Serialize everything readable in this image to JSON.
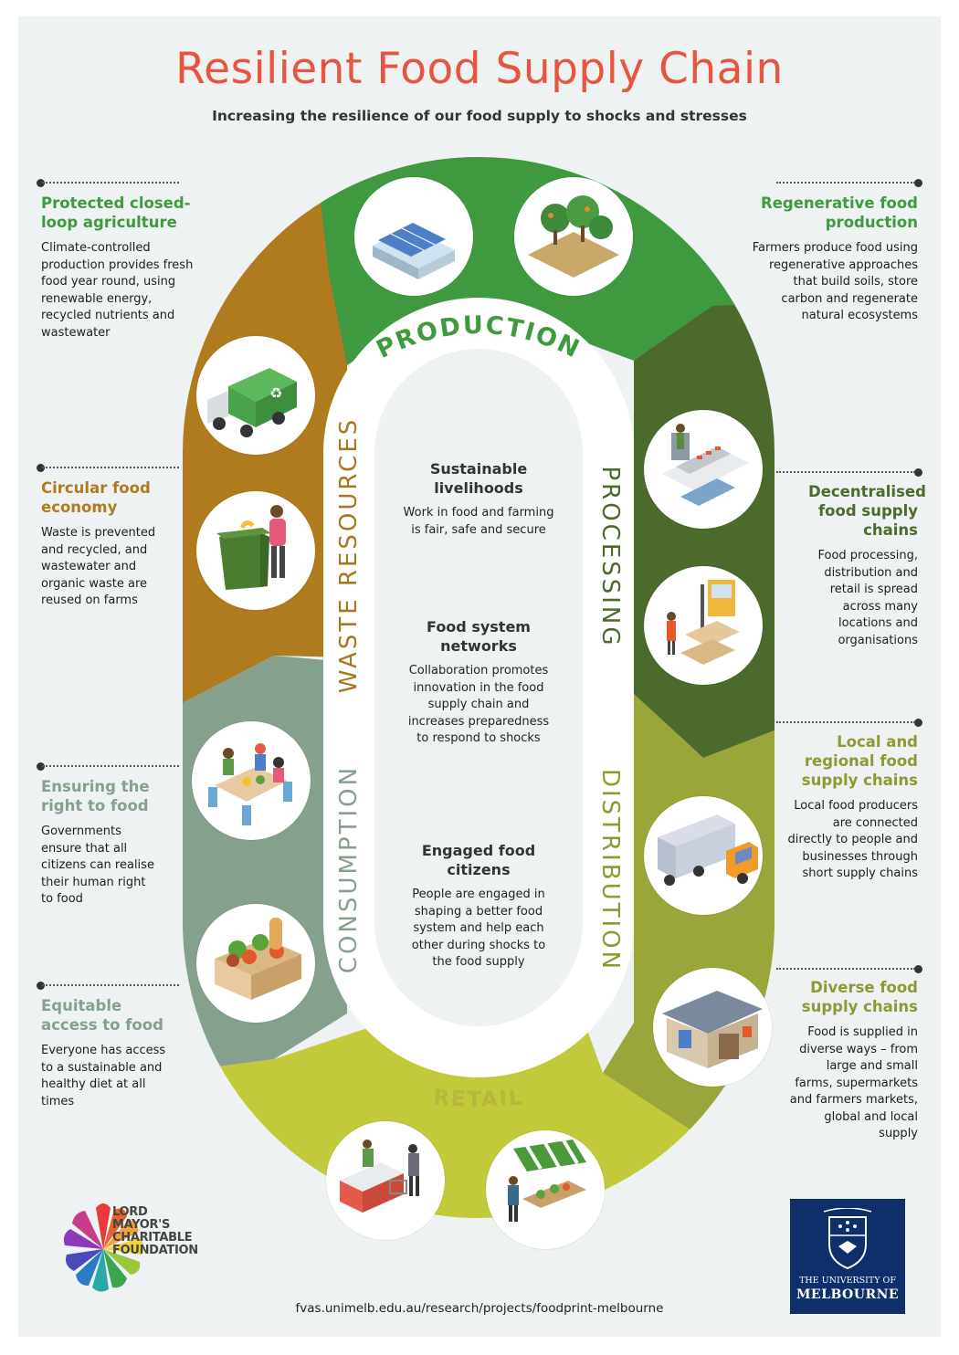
{
  "header": {
    "title": "Resilient Food Supply Chain",
    "subtitle": "Increasing the resilience of our food supply to shocks and stresses"
  },
  "stages": {
    "production": "PRODUCTION",
    "processing": "PROCESSING",
    "distribution": "DISTRIBUTION",
    "retail": "RETAIL",
    "consumption": "CONSUMPTION",
    "waste": "WASTE RESOURCES"
  },
  "left_blocks": [
    {
      "title": "Protected closed-loop agriculture",
      "text": "Climate-controlled production provides fresh food year round, using renewable energy, recycled nutrients and wastewater"
    },
    {
      "title": "Circular food economy",
      "text": "Waste is prevented and recycled, and wastewater and organic waste are reused on farms"
    },
    {
      "title": "Ensuring the right to food",
      "text": "Governments ensure that all citizens can realise their human right to food"
    },
    {
      "title": "Equitable access to food",
      "text": "Everyone has access to a sustainable and healthy diet at all times"
    }
  ],
  "right_blocks": [
    {
      "title": "Regenerative food production",
      "text": "Farmers produce food using regenerative approaches that build soils, store carbon and regenerate natural ecosystems"
    },
    {
      "title": "Decentralised food supply chains",
      "text": "Food processing, distribution and retail is spread across many locations and organisations"
    },
    {
      "title": "Local and regional food supply chains",
      "text": "Local food producers are connected directly to people and businesses through short supply chains"
    },
    {
      "title": "Diverse food supply chains",
      "text": "Food is supplied in diverse ways – from large and small farms, supermarkets and farmers markets, global and local supply"
    }
  ],
  "center_blocks": [
    {
      "title": "Sustainable livelihoods",
      "text": "Work in food and farming is fair, safe and secure"
    },
    {
      "title": "Food system networks",
      "text": "Collaboration promotes innovation in the food supply chain and increases preparedness to respond to shocks"
    },
    {
      "title": "Engaged food citizens",
      "text": "People are engaged in shaping a better food system and help each other during shocks to the food supply"
    }
  ],
  "footer": {
    "url": "fvas.unimelb.edu.au/research/projects/foodprint-melbourne",
    "lmcf_line1": "LORD",
    "lmcf_line2": "MAYOR'S",
    "lmcf_line3": "CHARITABLE",
    "lmcf_line4": "FOUNDATION",
    "uni_line1": "THE UNIVERSITY OF",
    "uni_line2": "MELBOURNE"
  },
  "colors": {
    "title": "#e6553f",
    "production": "#3f9a3f",
    "processing": "#4b6a2c",
    "distribution": "#9aa53a",
    "retail": "#c2c93a",
    "consumption": "#86a08e",
    "waste": "#b07a1e"
  },
  "icons": [
    "greenhouse-icon",
    "orchard-icon",
    "garbage-truck-icon",
    "compost-bin-icon",
    "food-processing-icon",
    "forklift-icon",
    "delivery-truck-icon",
    "warehouse-icon",
    "supermarket-checkout-icon",
    "market-stall-icon",
    "family-dinner-icon",
    "produce-crate-icon"
  ]
}
